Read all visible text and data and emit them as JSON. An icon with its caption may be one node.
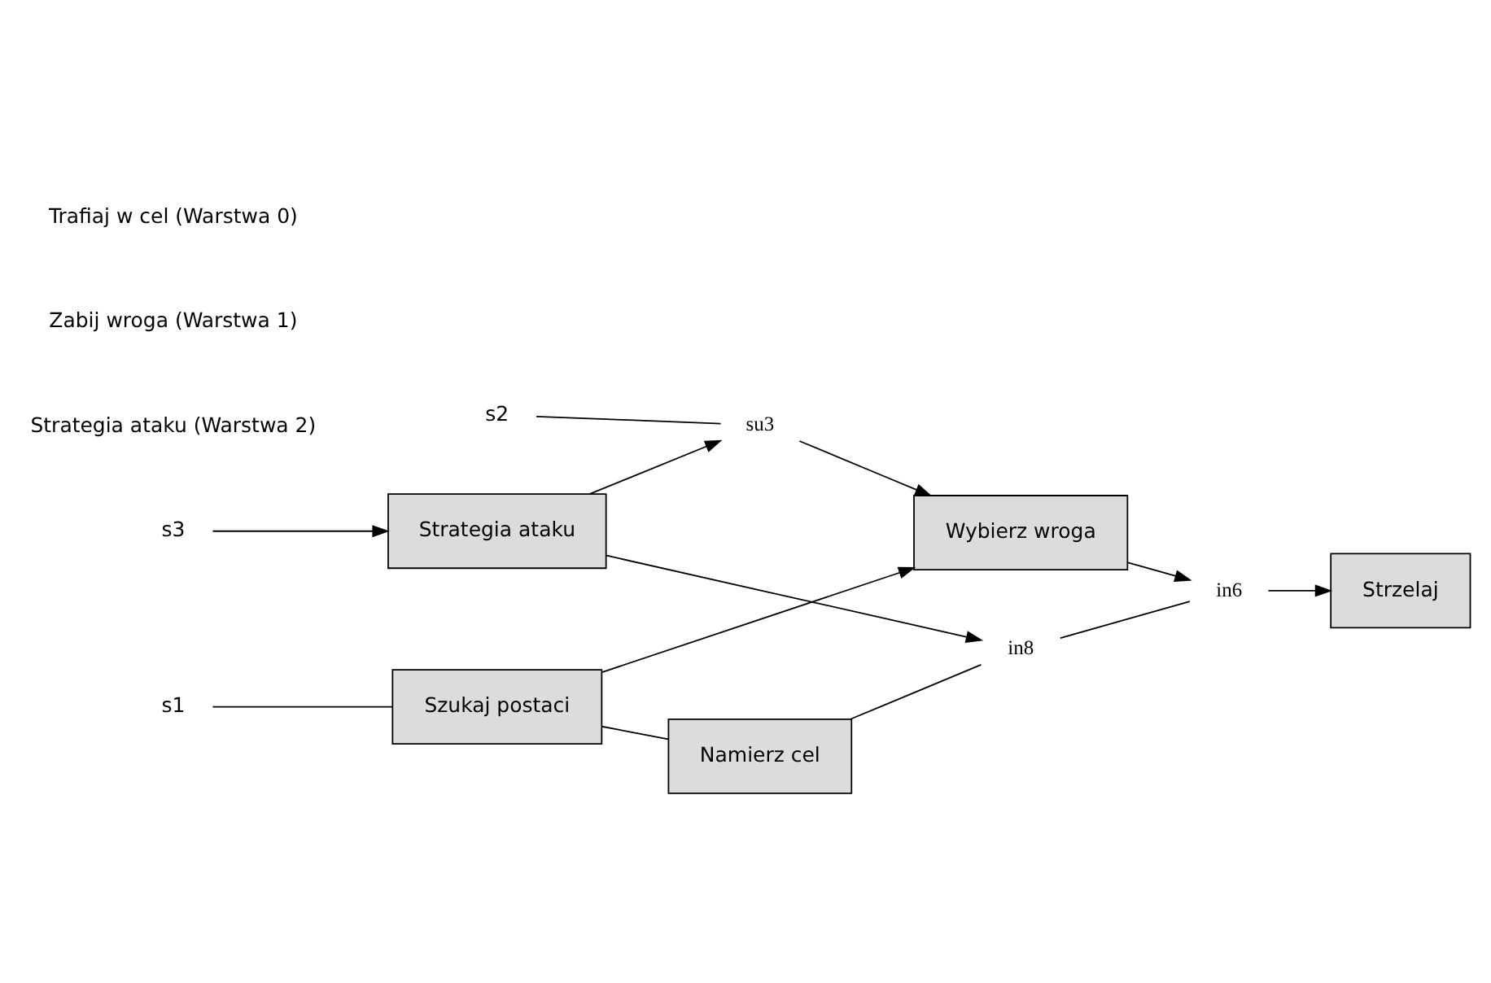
{
  "diagram": {
    "nodes": [
      {
        "text": [
          "s3"
        ]
      },
      {
        "text": [
          "Strategia ataku"
        ]
      },
      {
        "text": [
          "s2"
        ]
      },
      {
        "text": [
          "su3"
        ]
      },
      {
        "text": [
          "Wybierz wroga"
        ]
      },
      {
        "text": [
          "s1"
        ]
      },
      {
        "text": [
          "Szukaj postaci"
        ]
      },
      {
        "text": [
          "Namierz cel"
        ]
      },
      {
        "text": [
          "in8"
        ]
      },
      {
        "text": [
          "in6"
        ]
      },
      {
        "text": [
          "Strzelaj"
        ]
      }
    ],
    "edges": [
      {
        "from": 0,
        "to": 1,
        "arrow": "to"
      },
      {
        "from": 1,
        "to": 3,
        "arrow": "to"
      },
      {
        "from": 1,
        "to": 8,
        "arrow": "to"
      },
      {
        "from": 2,
        "to": 3,
        "arrow": "none"
      },
      {
        "from": 3,
        "to": 4,
        "arrow": "to"
      },
      {
        "from": 6,
        "to": 4,
        "arrow": "to"
      },
      {
        "from": 5,
        "to": 6,
        "arrow": "none"
      },
      {
        "from": 6,
        "to": 7,
        "arrow": "none"
      },
      {
        "from": 7,
        "to": 8,
        "arrow": "none"
      },
      {
        "from": 8,
        "to": 9,
        "arrow": "none"
      },
      {
        "from": 4,
        "to": 9,
        "arrow": "to"
      },
      {
        "from": 9,
        "to": 10,
        "arrow": "to"
      }
    ],
    "labels": [
      "Strategia ataku (Warstwa 2)",
      "Zabij wroga (Warstwa 1)",
      "Trafiaj w cel (Warstwa 0)"
    ]
  }
}
